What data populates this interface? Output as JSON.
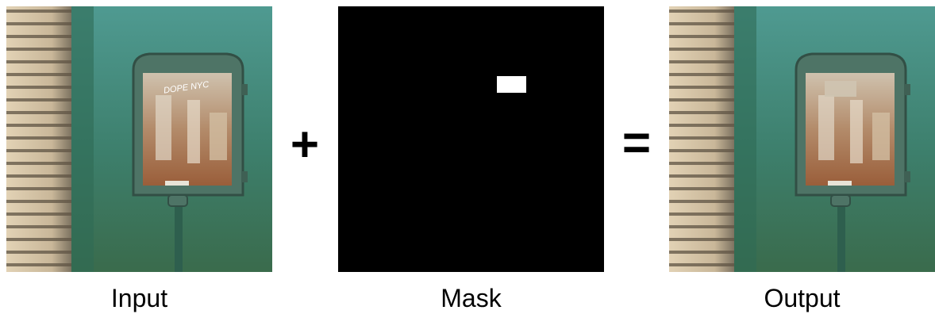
{
  "panels": {
    "input_caption": "Input",
    "mask_caption": "Mask",
    "output_caption": "Output"
  },
  "operators": {
    "plus": "+",
    "equals": "="
  },
  "graffiti_text": "DOPE NYC",
  "colors": {
    "wall_teal": "#3f8a7f",
    "wall_dark": "#2e5f4e",
    "shutter_light": "#d7c6a8",
    "shutter_dark": "#6b5e48",
    "box_frame": "#4e7466",
    "box_interior": "#a37b5a",
    "mask_bg": "#000000",
    "mask_hole": "#ffffff"
  },
  "icons": [
    "plus-sign",
    "equals-sign"
  ]
}
